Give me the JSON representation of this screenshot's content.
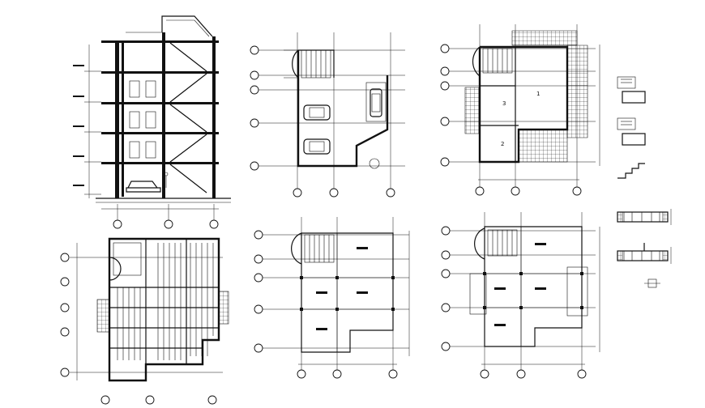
{
  "sheet": {
    "background": "#ffffff",
    "ink": "#111111"
  },
  "drawings": [
    {
      "id": "section",
      "kind": "building-section"
    },
    {
      "id": "ground-plan",
      "kind": "floor-plan-parking"
    },
    {
      "id": "typical-plan",
      "kind": "floor-plan-hatched-terrace"
    },
    {
      "id": "framing-plan",
      "kind": "beam-framing-plan"
    },
    {
      "id": "column-plan-a",
      "kind": "column-layout-plan"
    },
    {
      "id": "column-plan-b",
      "kind": "column-layout-plan"
    },
    {
      "id": "details-top",
      "kind": "stair-and-wall-details"
    },
    {
      "id": "details-bottom",
      "kind": "beam-reinforcement-details"
    }
  ],
  "room_tags": [
    "1",
    "2",
    "3"
  ]
}
